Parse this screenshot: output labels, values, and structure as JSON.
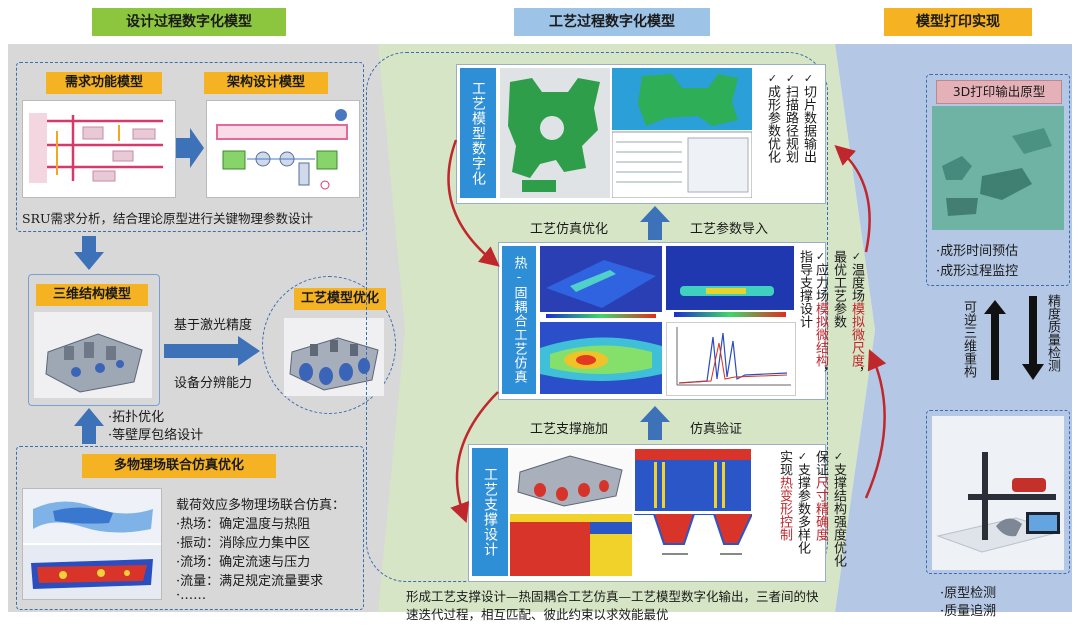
{
  "headers": {
    "left": "设计过程数字化模型",
    "middle": "工艺过程数字化模型",
    "right": "模型打印实现"
  },
  "left": {
    "box1_title": "需求功能模型",
    "box2_title": "架构设计模型",
    "sru_text": "SRU需求分析，结合理论原型进行关键物理参数设计",
    "box3_title": "三维结构模型",
    "box4_title": "工艺模型优化",
    "arrow_text_1": "基于激光精度",
    "arrow_text_2": "设备分辨能力",
    "opt_items": [
      "·拓扑优化",
      "·等壁厚包络设计"
    ],
    "box5_title": "多物理场联合仿真优化",
    "sim_title": "载荷效应多物理场联合仿真：",
    "sim_items": [
      "·热场：确定温度与热阻",
      "·振动：消除应力集中区",
      "·流场：确定流速与压力",
      "·流量：满足规定流量要求",
      "·……"
    ]
  },
  "middle": {
    "top_title": "工艺模型数字化",
    "top_checks": [
      "切片数据输出",
      "扫描路径规划",
      "成形参数优化"
    ],
    "label_sim_opt": "工艺仿真优化",
    "label_param_import": "工艺参数导入",
    "mid_title": "热-固耦合工艺仿真",
    "mid_col1": "温度场",
    "mid_col1_red": "模拟微尺度",
    "mid_col1_tail": "，",
    "mid_col2a": "最优工艺参数",
    "mid_col3a": "应力场",
    "mid_col3_red": "模拟微结构",
    "mid_col3_tail": "，",
    "mid_col4": "指导支撑设计",
    "label_support_apply": "工艺支撑施加",
    "label_sim_verify": "仿真验证",
    "bot_title": "工艺支撑设计",
    "bot_c1": "支撑结构强度优化",
    "bot_c2a": "保证",
    "bot_c2_red": "尺寸精确度",
    "bot_c3": "支撑参数多样化",
    "bot_c4a": "实现",
    "bot_c4_red": "热变形控制",
    "footer": "形成工艺支撑设计—热固耦合工艺仿真—工艺模型数字化输出，三者间的快速迭代过程，相互匹配、彼此约束以求效能最优"
  },
  "right": {
    "print_title": "3D打印输出原型",
    "print_items": [
      "·成形时间预估",
      "·成形过程监控"
    ],
    "left_vlabel": "可逆三维重构",
    "right_vlabel": "精度质量检测",
    "bottom_items": [
      "·原型检测",
      "·质量追溯"
    ]
  },
  "colors": {
    "header_green": "#8cc63f",
    "header_blue": "#9dc3e6",
    "header_orange": "#f5b223",
    "accent_red": "#c0272d",
    "accent_blue": "#2f8fd6"
  }
}
